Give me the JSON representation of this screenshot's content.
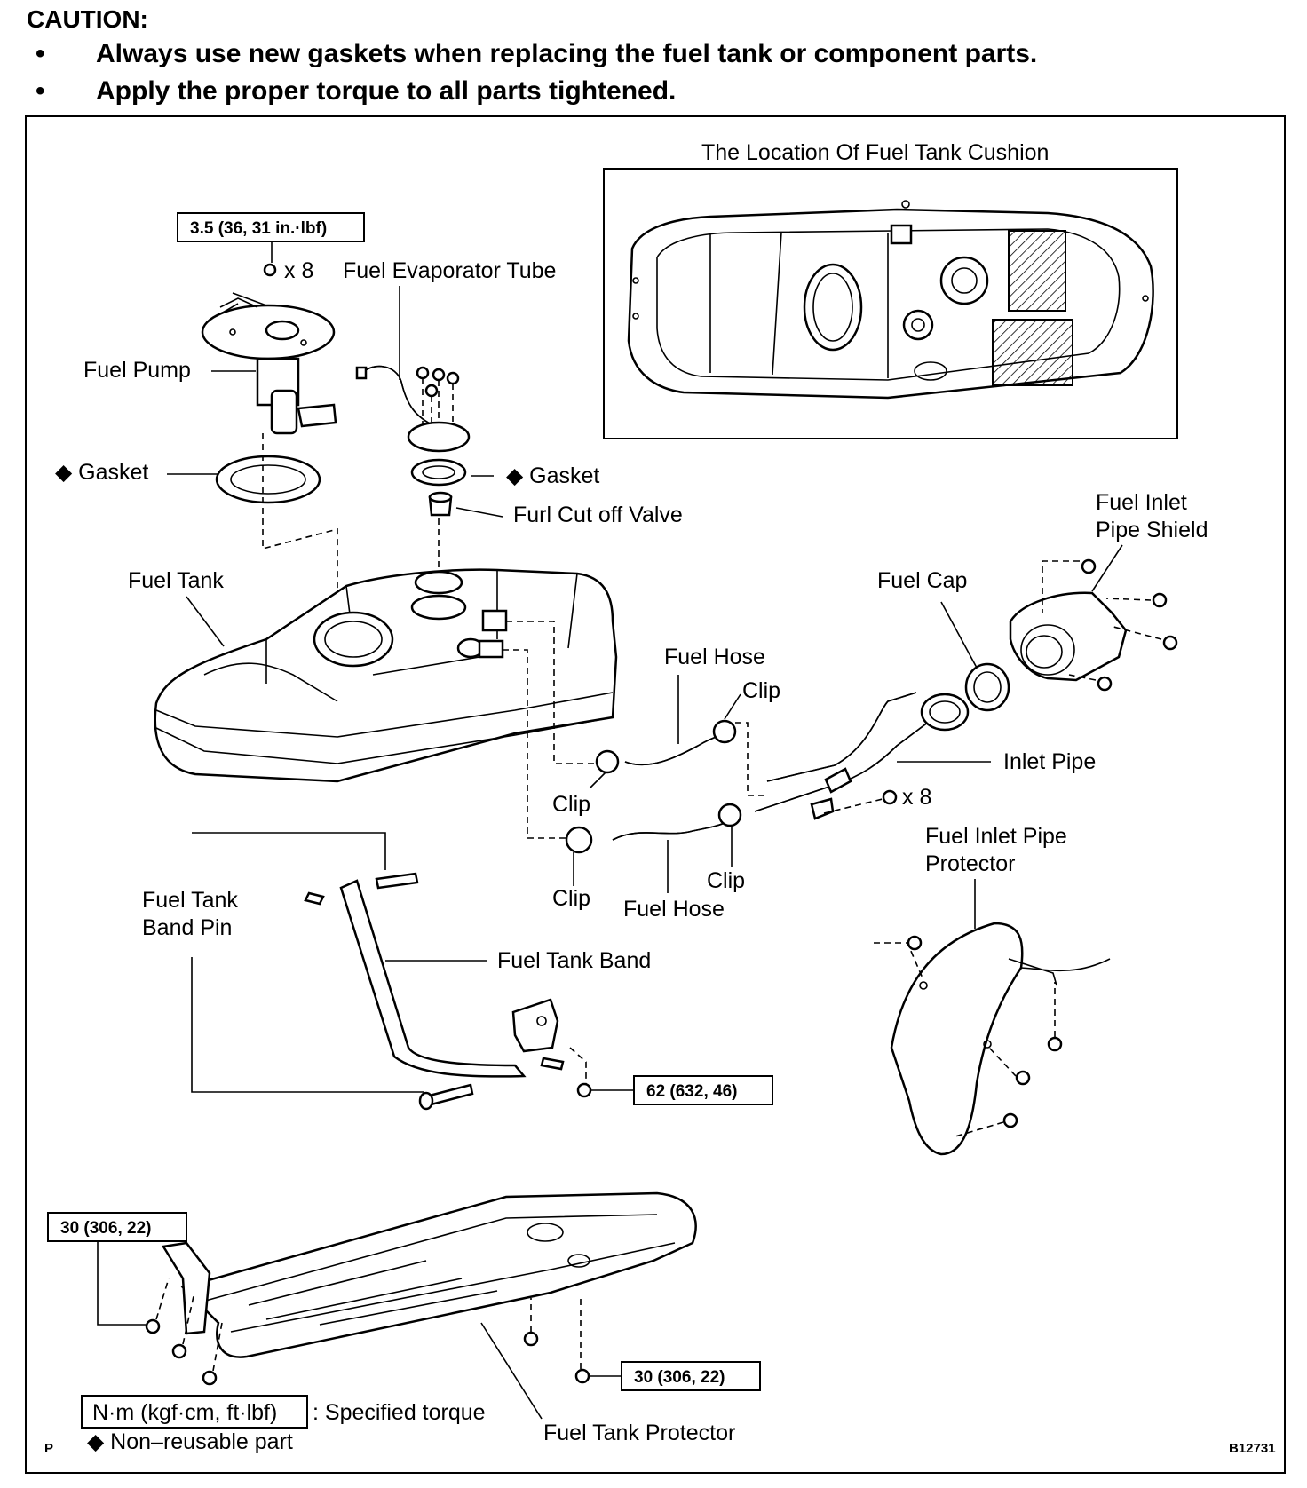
{
  "caution": {
    "title": "CAUTION:",
    "bullet_glyph": "•",
    "items": [
      "Always use new gaskets when replacing the fuel tank or component parts.",
      "Apply the proper torque to all parts tightened."
    ]
  },
  "inset": {
    "title": "The Location Of Fuel Tank Cushion"
  },
  "torque": {
    "pump_bolts": "3.5 (36, 31 in.·lbf)",
    "band_bracket": "62 (632, 46)",
    "protector_left": "30 (306, 22)",
    "protector_right": "30 (306, 22)",
    "pump_count": "x 8",
    "inlet_count": "x 8"
  },
  "labels": {
    "fuel_evaporator_tube": "Fuel Evaporator Tube",
    "fuel_pump": "Fuel Pump",
    "gasket_left": "◆ Gasket",
    "gasket_right": "◆ Gasket",
    "cut_off_valve": "Furl Cut off Valve",
    "fuel_inlet_pipe_shield": [
      "Fuel Inlet",
      "Pipe Shield"
    ],
    "fuel_cap": "Fuel Cap",
    "fuel_tank": "Fuel Tank",
    "fuel_hose_upper": "Fuel Hose",
    "clip_upper_right": "Clip",
    "inlet_pipe": "Inlet Pipe",
    "clip_upper_left": "Clip",
    "clip_lower_left": "Clip",
    "clip_lower_right": "Clip",
    "fuel_hose_lower": "Fuel Hose",
    "fuel_inlet_pipe_protector": [
      "Fuel Inlet Pipe",
      "Protector"
    ],
    "fuel_tank_band_pin": [
      "Fuel Tank",
      "Band Pin"
    ],
    "fuel_tank_band": "Fuel Tank Band",
    "fuel_tank_protector": "Fuel Tank Protector"
  },
  "legend": {
    "unit_box": "N·m (kgf·cm, ft·lbf)",
    "unit_desc": ": Specified torque",
    "non_reusable": "◆ Non–reusable part"
  },
  "footer": {
    "left_mark": "P",
    "figure_id": "B12731"
  }
}
